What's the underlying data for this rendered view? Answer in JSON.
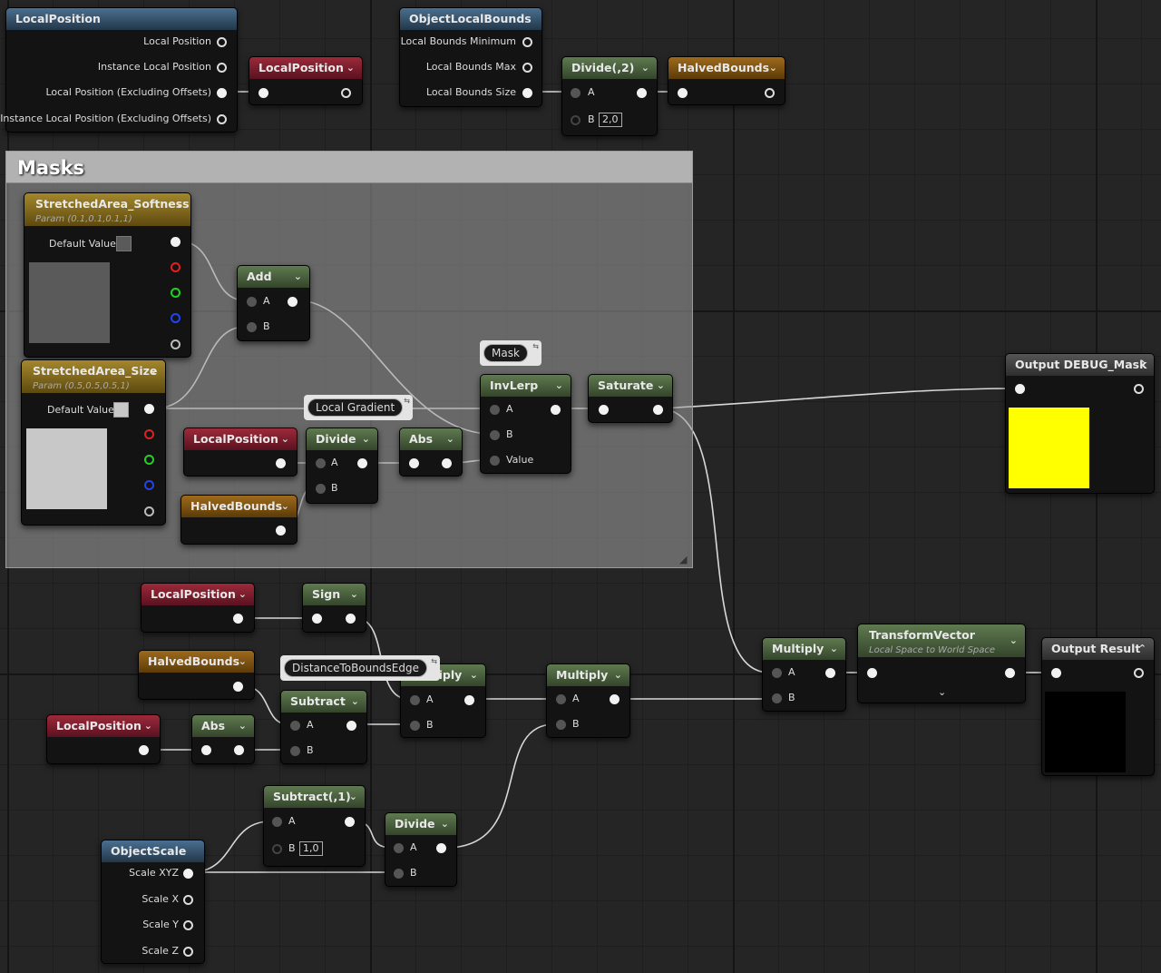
{
  "comment": {
    "title": "Masks"
  },
  "colors": {
    "debug_preview": "#ffff00",
    "result_preview": "#000000",
    "softness_swatch": "#5a5a5a",
    "size_swatch": "#c8c8c8"
  },
  "nodes": {
    "local_position_input": {
      "title": "LocalPosition",
      "pins": [
        "Local Position",
        "Instance Local Position",
        "Local Position (Excluding Offsets)",
        "Instance Local Position (Excluding Offsets)"
      ]
    },
    "local_position_param_top": {
      "title": "LocalPosition"
    },
    "object_local_bounds": {
      "title": "ObjectLocalBounds",
      "pins": [
        "Local Bounds Minimum",
        "Local Bounds Max",
        "Local Bounds Size"
      ]
    },
    "divide_2": {
      "title": "Divide(,2)",
      "pin_a": "A",
      "pin_b": "B",
      "b_value": "2,0"
    },
    "halved_bounds_top": {
      "title": "HalvedBounds"
    },
    "softness_param": {
      "title": "StretchedArea_Softness",
      "subtitle": "Param (0.1,0.1,0.1,1)",
      "default_label": "Default Value"
    },
    "size_param": {
      "title": "StretchedArea_Size",
      "subtitle": "Param (0.5,0.5,0.5,1)",
      "default_label": "Default Value"
    },
    "add": {
      "title": "Add",
      "pin_a": "A",
      "pin_b": "B"
    },
    "mask_tag": {
      "label": "Mask"
    },
    "local_gradient_tag": {
      "label": "Local Gradient"
    },
    "invlerp": {
      "title": "InvLerp",
      "pin_a": "A",
      "pin_b": "B",
      "pin_value": "Value"
    },
    "saturate": {
      "title": "Saturate"
    },
    "output_debug": {
      "title": "Output DEBUG_Mask"
    },
    "local_position_mask": {
      "title": "LocalPosition"
    },
    "divide_mask": {
      "title": "Divide",
      "pin_a": "A",
      "pin_b": "B"
    },
    "abs_mask": {
      "title": "Abs"
    },
    "halved_bounds_mask": {
      "title": "HalvedBounds"
    },
    "local_position_sign": {
      "title": "LocalPosition"
    },
    "sign": {
      "title": "Sign"
    },
    "halved_bounds_low": {
      "title": "HalvedBounds"
    },
    "distance_tag": {
      "label": "DistanceToBoundsEdge"
    },
    "multiply_1": {
      "title": "Multiply",
      "pin_a": "A",
      "pin_b": "B"
    },
    "subtract": {
      "title": "Subtract",
      "pin_a": "A",
      "pin_b": "B"
    },
    "local_position_abs": {
      "title": "LocalPosition"
    },
    "abs_low": {
      "title": "Abs"
    },
    "multiply_2": {
      "title": "Multiply",
      "pin_a": "A",
      "pin_b": "B"
    },
    "multiply_3": {
      "title": "Multiply",
      "pin_a": "A",
      "pin_b": "B"
    },
    "transform_vector": {
      "title": "TransformVector",
      "subtitle": "Local Space to World Space"
    },
    "output_result": {
      "title": "Output Result"
    },
    "subtract_1": {
      "title": "Subtract(,1)",
      "pin_a": "A",
      "pin_b": "B",
      "b_value": "1,0"
    },
    "divide_low": {
      "title": "Divide",
      "pin_a": "A",
      "pin_b": "B"
    },
    "object_scale": {
      "title": "ObjectScale",
      "pins": [
        "Scale XYZ",
        "Scale X",
        "Scale Y",
        "Scale Z"
      ]
    }
  }
}
